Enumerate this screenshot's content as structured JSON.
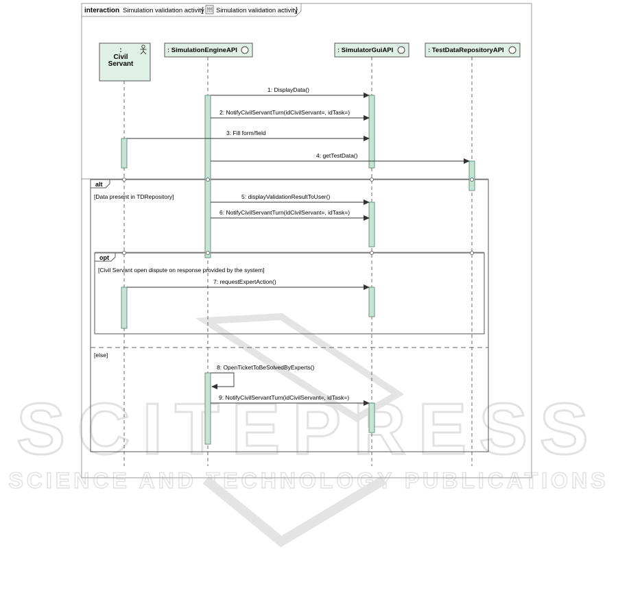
{
  "frame": {
    "keyword": "interaction",
    "name": "Simulation validation activity",
    "ref_name": "Simulation validation activity"
  },
  "lifelines": [
    {
      "id": "civil",
      "label_lines": [
        ":",
        "Civil",
        "Servant"
      ],
      "kind": "actor"
    },
    {
      "id": "engine",
      "label": ": SimulationEngineAPI",
      "kind": "interface"
    },
    {
      "id": "gui",
      "label": ": SimulatorGuiAPI",
      "kind": "interface"
    },
    {
      "id": "repo",
      "label": ": TestDataRepositoryAPI",
      "kind": "interface"
    }
  ],
  "messages": {
    "m1": "1: DisplayData()",
    "m2": "2: NotifyCivilServantTurn(idCivilServant=, idTask=)",
    "m3": "3: Fill form/field",
    "m4": "4: getTestData()",
    "m5": "5: displayValidationResultToUser()",
    "m6": "6: NotifyCivilServantTurn(idCivilServant=, idTask=)",
    "m7": "7: requestExpertAction()",
    "m8": "8: OpenTicketToBeSolvedByExperts()",
    "m9": "9: NotifyCivilServantTurn(idCivilServant=, idTask=)"
  },
  "fragments": {
    "alt": {
      "operator": "alt",
      "guard1": "[Data present in TDRepository]",
      "guard2": "[else]"
    },
    "opt": {
      "operator": "opt",
      "guard": "[Civil Servant open dispute on response provided by the system]"
    }
  },
  "watermark": {
    "main": "SCITEPRESS",
    "sub": "SCIENCE AND TECHNOLOGY PUBLICATIONS"
  },
  "colors": {
    "activation_fill": "#c6e3d5",
    "activation_stroke": "#5a8a74",
    "header_fill": "#dff0e6",
    "line": "#333333",
    "watermark": "#e6e6e6"
  }
}
